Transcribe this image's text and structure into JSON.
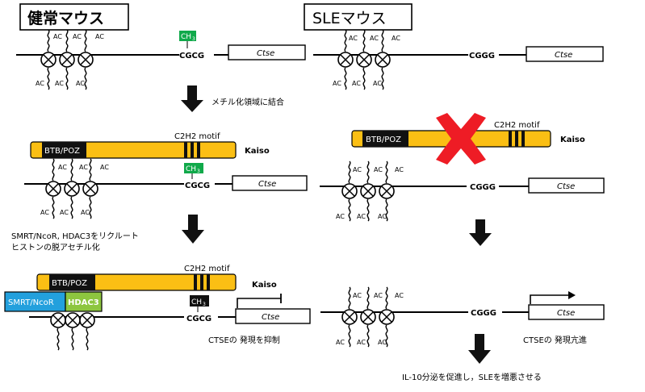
{
  "headers": {
    "healthy": "健常マウス",
    "sle": "SLEマウス"
  },
  "labels": {
    "ac": "AC",
    "ch3": "CH",
    "ch3_sub": "3",
    "cgcg": "CGCG",
    "cggg": "CGGG",
    "ctse": "Ctse",
    "btb_poz": "BTB/POZ",
    "c2h2": "C2H2 motif",
    "kaiso": "Kaiso",
    "smrt": "SMRT/NcoR",
    "hdac3": "HDAC3"
  },
  "arrow_texts": {
    "bind": "メチル化領域に結合",
    "recruit_1": "SMRT/NcoR, HDAC3をリクルート",
    "recruit_2": "ヒストンの脱アセチル化",
    "il10": "IL-10分泌を促進し，SLEを増悪させる"
  },
  "results": {
    "suppress": "CTSEの 発現を抑制",
    "enhance": "CTSEの 発現亢進"
  },
  "colors": {
    "kaiso_orange": "#fbbf14",
    "ch3_green": "#10a94a",
    "smrt_blue": "#23a0dd",
    "hdac3_green": "#8dc63f",
    "x_red": "#ee1c25",
    "dark": "#111111"
  }
}
